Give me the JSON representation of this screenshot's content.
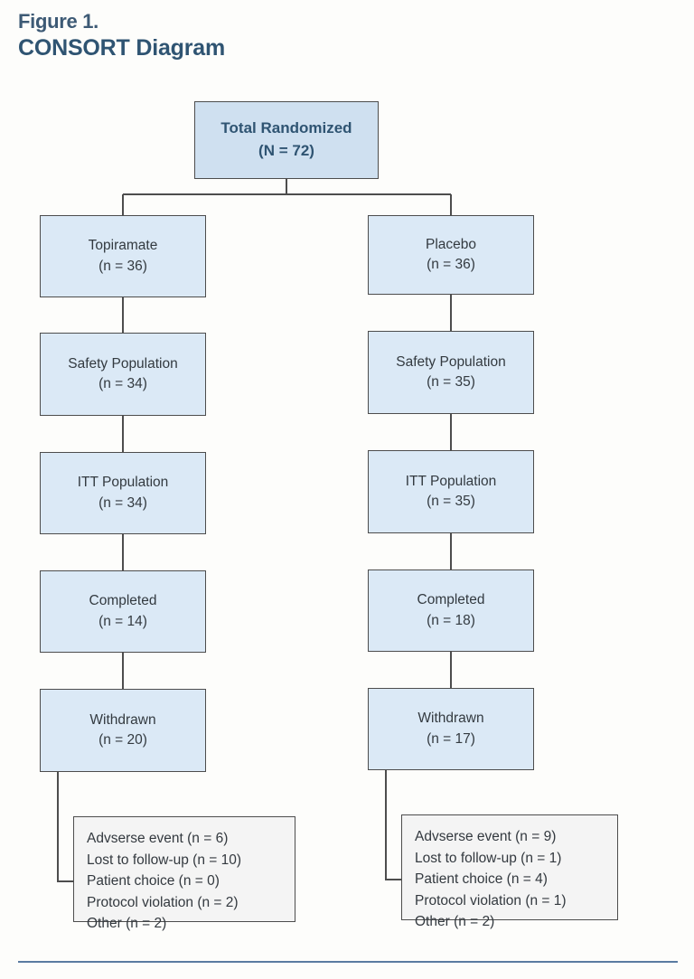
{
  "figure": {
    "label": "Figure 1.",
    "title": "CONSORT Diagram"
  },
  "colors": {
    "title_text": "#2f5472",
    "label_text": "#3d5a75",
    "box_fill": "#dbe9f6",
    "root_box_fill": "#cfe0f0",
    "detail_box_fill": "#f4f4f4",
    "box_border": "#4d4d4d",
    "connector": "#4d4d4d",
    "footer_rule": "#5a7ba1",
    "page_background": "#fdfdfb"
  },
  "diagram": {
    "type": "consort-flow",
    "root": {
      "line1": "Total Randomized",
      "line2": "(N = 72)"
    },
    "arms": [
      {
        "name": "topiramate",
        "steps": [
          {
            "line1": "Topiramate",
            "line2": "(n = 36)"
          },
          {
            "line1": "Safety Population",
            "line2": "(n = 34)"
          },
          {
            "line1": "ITT Population",
            "line2": "(n = 34)"
          },
          {
            "line1": "Completed",
            "line2": "(n = 14)"
          },
          {
            "line1": "Withdrawn",
            "line2": "(n = 20)"
          }
        ],
        "withdrawal_reasons": [
          "Advserse event (n = 6)",
          "Lost to follow-up (n = 10)",
          "Patient choice (n = 0)",
          "Protocol violation (n = 2)",
          "Other (n = 2)"
        ]
      },
      {
        "name": "placebo",
        "steps": [
          {
            "line1": "Placebo",
            "line2": "(n = 36)"
          },
          {
            "line1": "Safety Population",
            "line2": "(n = 35)"
          },
          {
            "line1": "ITT Population",
            "line2": "(n = 35)"
          },
          {
            "line1": "Completed",
            "line2": "(n = 18)"
          },
          {
            "line1": "Withdrawn",
            "line2": "(n = 17)"
          }
        ],
        "withdrawal_reasons": [
          "Advserse event (n = 9)",
          "Lost to follow-up (n = 1)",
          "Patient choice (n = 4)",
          "Protocol violation (n = 1)",
          "Other (n = 2)"
        ]
      }
    ]
  }
}
